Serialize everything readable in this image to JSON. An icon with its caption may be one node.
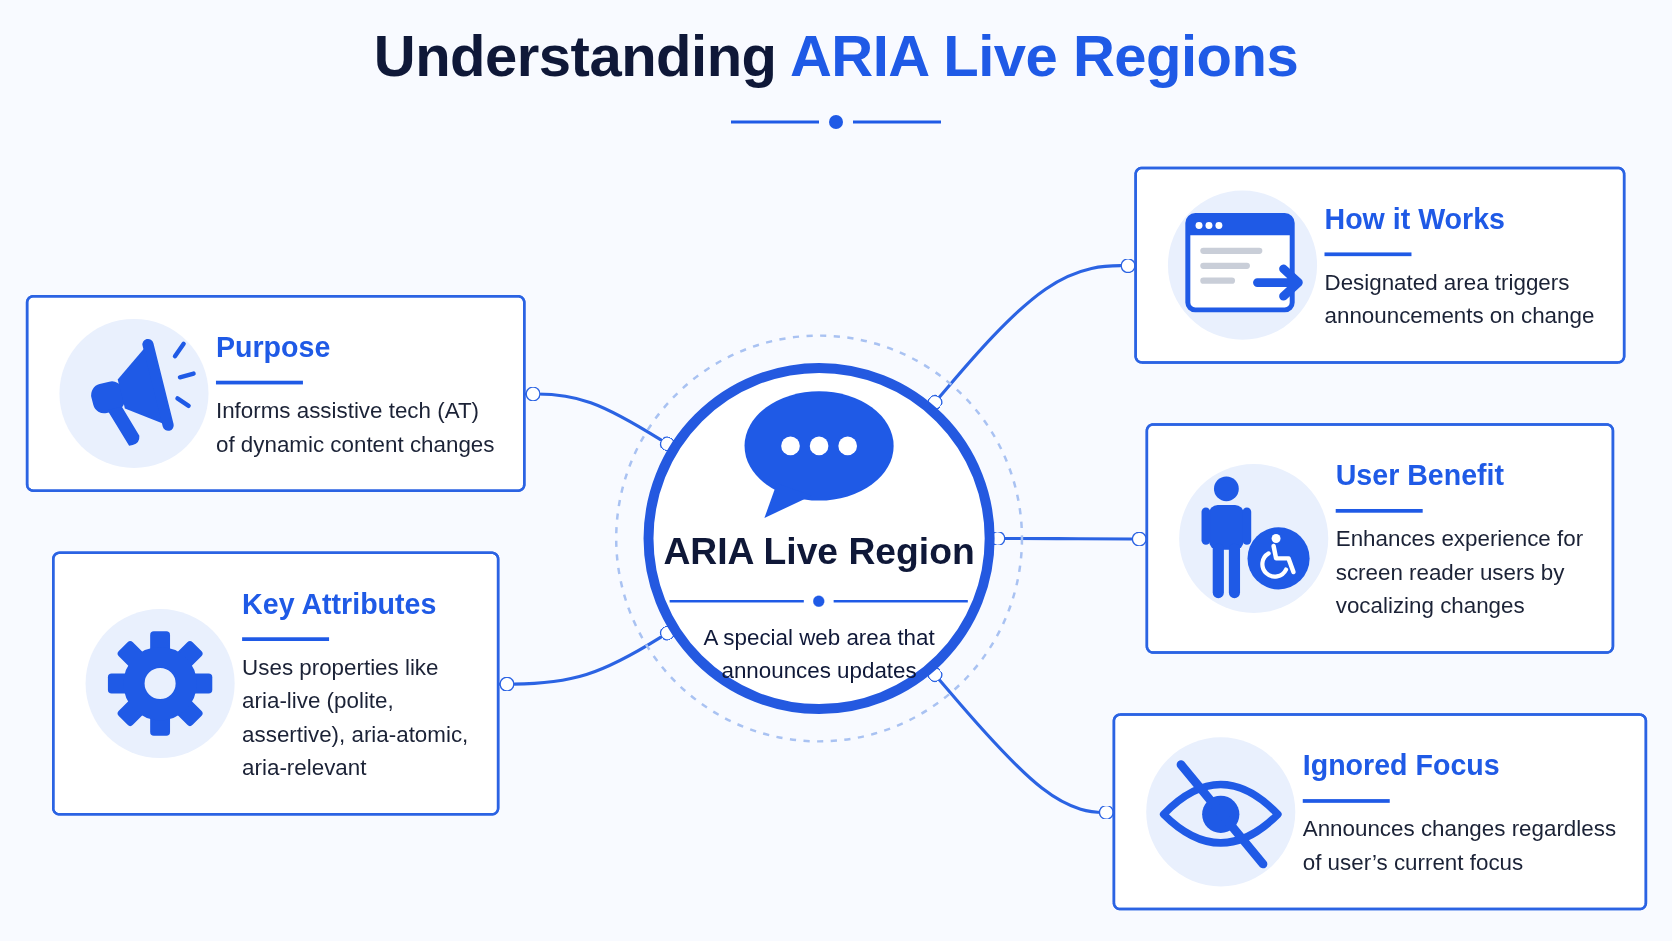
{
  "diagram": {
    "title": "Understanding ARIA Live Regions",
    "nodes": [
      {
        "text": [
          "Purpose",
          "Informs assistive tech (AT) of dynamic content changes"
        ]
      },
      {
        "text": [
          "ARIA Live Region",
          "A special web area that announces updates"
        ]
      },
      {
        "text": [
          "How it Works",
          "Designated area triggers announcements on change"
        ]
      },
      {
        "text": [
          "Key Attributes",
          "Uses properties like aria-live (polite, assertive), aria-atomic, aria-relevant"
        ]
      },
      {
        "text": [
          "User Benefit",
          "Enhances experience for screen reader users by vocalizing changes"
        ]
      },
      {
        "text": [
          "Ignored Focus",
          "Announces changes regardless of user’s current focus"
        ]
      }
    ],
    "edges": [
      {
        "from": 0,
        "to": 1,
        "arrow": "other"
      },
      {
        "from": 1,
        "to": 2,
        "arrow": "other"
      },
      {
        "from": 3,
        "to": 1,
        "arrow": "other"
      },
      {
        "from": 1,
        "to": 4,
        "arrow": "other"
      },
      {
        "from": 1,
        "to": 5,
        "arrow": "other"
      }
    ]
  }
}
